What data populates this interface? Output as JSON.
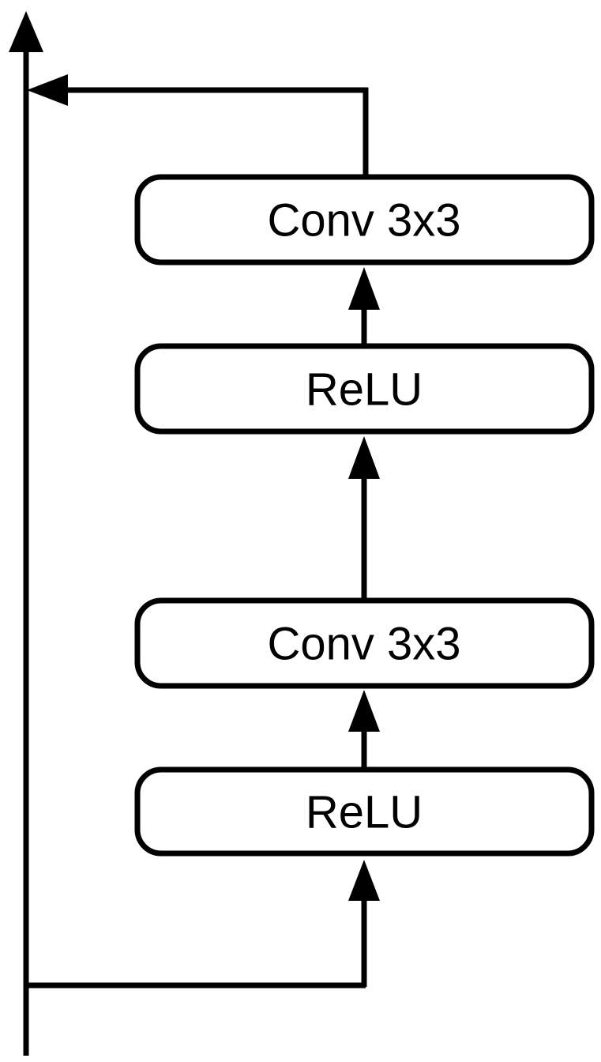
{
  "diagram": {
    "blocks": [
      {
        "label": "Conv 3x3"
      },
      {
        "label": "ReLU"
      },
      {
        "label": "Conv 3x3"
      },
      {
        "label": "ReLU"
      }
    ],
    "colors": {
      "stroke": "#000000",
      "fill": "#ffffff",
      "text": "#000000"
    }
  }
}
